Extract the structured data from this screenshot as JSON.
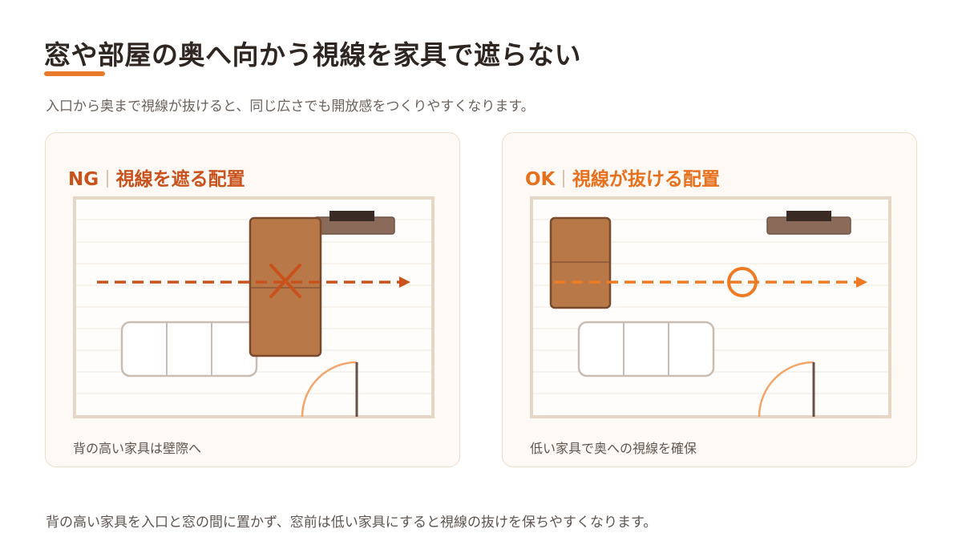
{
  "title": "窓や部屋の奥へ向かう視線を家具で遮らない",
  "subtitle": "入口から奥まで視線が抜けると、同じ広さでも開放感をつくりやすくなります。",
  "panels": {
    "ng": {
      "tag": "NG",
      "heading": "視線を遮る配置",
      "caption": "背の高い家具は壁際へ",
      "marker_icon": "cross-icon"
    },
    "ok": {
      "tag": "OK",
      "heading": "視線が抜ける配置",
      "caption": "低い家具で奥への視線を確保",
      "marker_icon": "circle-icon"
    }
  },
  "footer": "背の高い家具を入口と窓の間に置かず、窓前は低い家具にすると視線の抜けを保ちやすくなります。",
  "colors": {
    "accent": "#e87a2a",
    "ng_arrow": "#c9521c",
    "ok_arrow": "#f07a22",
    "furniture": "#b87848",
    "furniture_border": "#7a4a2c",
    "tv_board": "#8a6a58",
    "tv": "#3a2a24",
    "room_wall": "#e6d6c6",
    "floor_line": "#efe6dc",
    "door_arc": "#f2a46a",
    "door": "#6a5148"
  }
}
